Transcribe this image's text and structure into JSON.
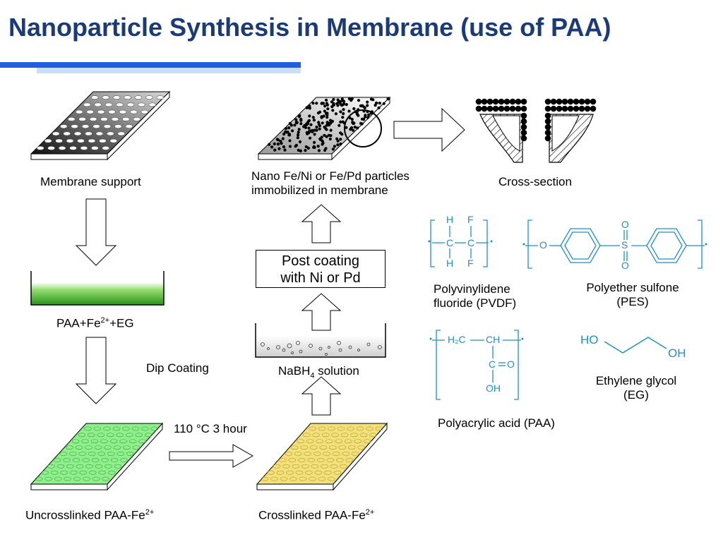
{
  "title": "Nanoparticle Synthesis in Membrane (use of PAA)",
  "labels": {
    "membrane_support": "Membrane support",
    "paa_fe_eg_pre": "PAA+Fe",
    "paa_fe_eg_sup": "2+",
    "paa_fe_eg_post": "+EG",
    "dip_coating": "Dip Coating",
    "uncrosslinked_pre": "Uncrosslinked PAA-Fe",
    "uncrosslinked_sup": "2+",
    "heat_step": "110 °C 3 hour",
    "crosslinked_pre": "Crosslinked PAA-Fe",
    "crosslinked_sup": "2+",
    "nabh4_pre": "NaBH",
    "nabh4_sub": "4",
    "nabh4_post": " solution",
    "post_coating_line1": "Post coating",
    "post_coating_line2": "with Ni or Pd",
    "nano_particles_line1": "Nano Fe/Ni or Fe/Pd particles",
    "nano_particles_line2": "immobilized in membrane",
    "cross_section": "Cross-section",
    "pvdf_line1": "Polyvinylidene",
    "pvdf_line2": "fluoride (PVDF)",
    "pes_line1": "Polyether sulfone",
    "pes_line2": "(PES)",
    "paa_name": "Polyacrylic acid (PAA)",
    "eg_line1": "Ethylene glycol",
    "eg_line2": "(EG)"
  },
  "chem": {
    "pvdf_h_top": "H",
    "pvdf_f_top": "F",
    "pvdf_c1": "C",
    "pvdf_c2": "C",
    "pvdf_h_bot": "H",
    "pvdf_f_bot": "F",
    "pes_o_ether": "O",
    "pes_s": "S",
    "pes_o_top": "O",
    "pes_o_bot": "O",
    "paa_h2c": "H₂C",
    "paa_ch": "CH",
    "paa_c": "C",
    "paa_o": "O",
    "paa_oh": "OH",
    "eg_ho": "HO",
    "eg_oh": "OH"
  },
  "colors": {
    "title": "#1a3a78",
    "accent_bar": "#1f5fe0",
    "accent_bar_light": "#c9dff7",
    "chem_blue": "#1e90c8",
    "solution_green": "#4caf2a",
    "uncrosslinked_green": "#8ef08a",
    "crosslinked_yellow": "#f4e07a"
  }
}
